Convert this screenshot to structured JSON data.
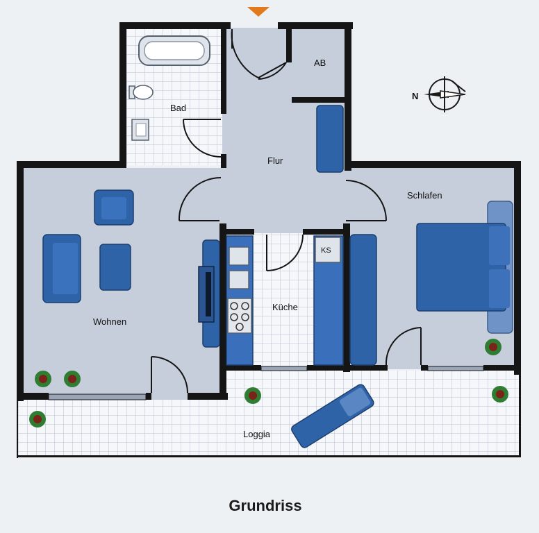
{
  "rooms": {
    "bad": "Bad",
    "ab": "AB",
    "flur": "Flur",
    "schlafen": "Schlafen",
    "wohnen": "Wohnen",
    "kueche": "Küche",
    "ks": "KS",
    "loggia": "Loggia"
  },
  "compass_label": "N",
  "title": "Grundriss",
  "icons": {
    "entrance": "entrance-arrow-icon",
    "compass": "compass-icon",
    "plant": "plant-icon"
  },
  "colors": {
    "background": "#eef1f4",
    "floor": "#c6cedb",
    "wall": "#151515",
    "tile": "#f6f7fa",
    "furniture": "#2f63a8",
    "furniture_light": "#6f93c7",
    "entrance": "#e07a1c",
    "plant": "#2e7d32"
  }
}
